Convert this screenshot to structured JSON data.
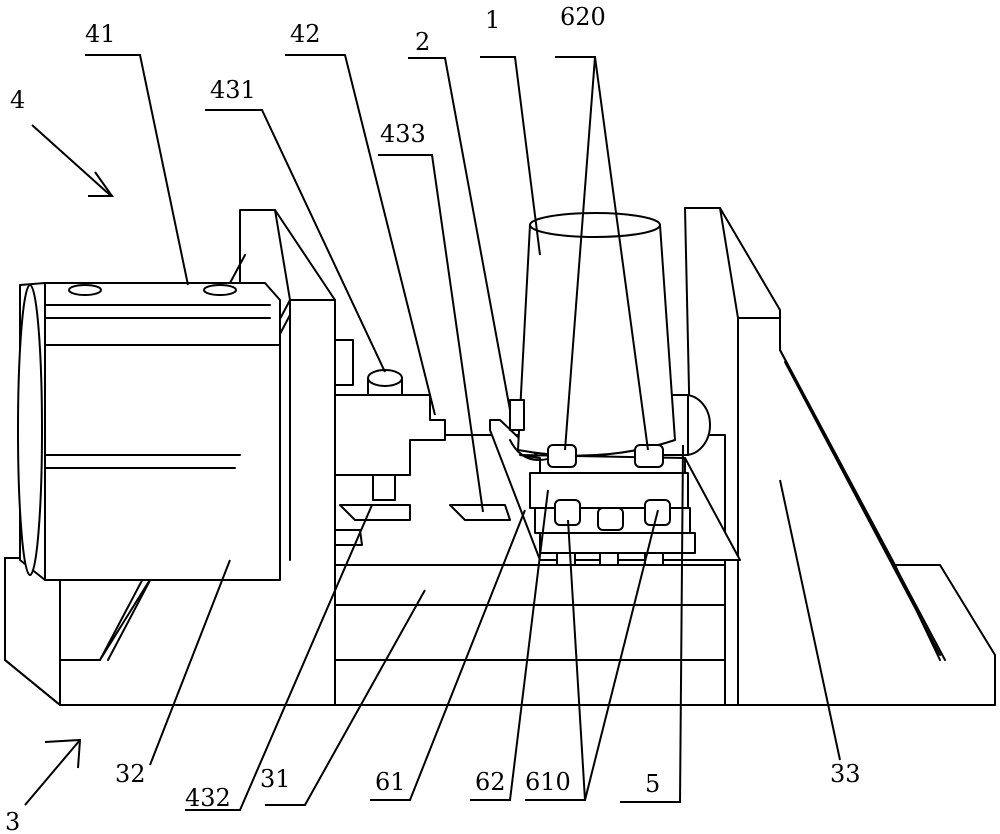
{
  "labels": {
    "l41": "41",
    "l42": "42",
    "l2": "2",
    "l1": "1",
    "l620": "620",
    "l4": "4",
    "l431": "431",
    "l433": "433",
    "l3": "3",
    "l32": "32",
    "l432": "432",
    "l31": "31",
    "l61": "61",
    "l62": "62",
    "l610": "610",
    "l5": "5",
    "l33": "33"
  }
}
